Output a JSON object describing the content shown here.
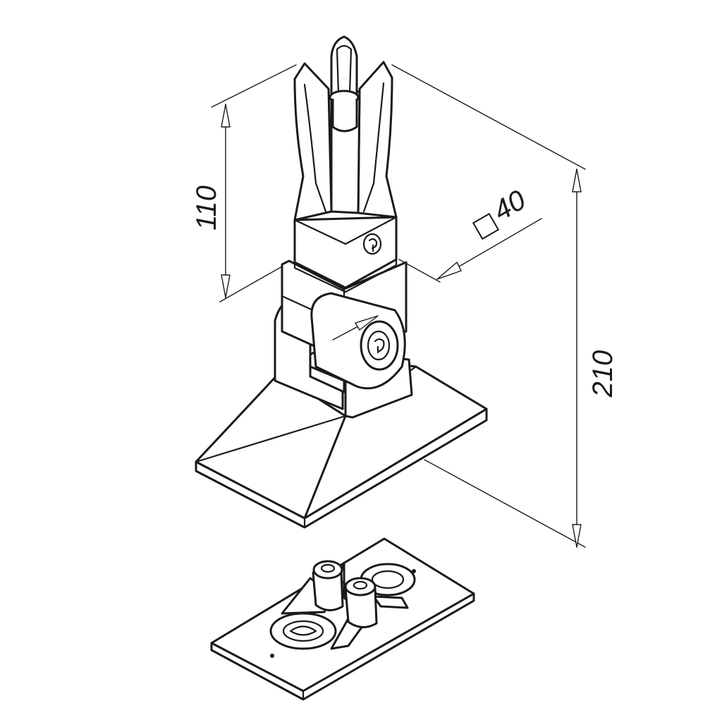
{
  "dimensions": {
    "height_upper": "110",
    "tube_size": "40",
    "height_total": "210"
  },
  "colors": {
    "stroke": "#1a1a1a",
    "background": "#ffffff"
  },
  "icons": {
    "square_symbol": "square-icon"
  }
}
